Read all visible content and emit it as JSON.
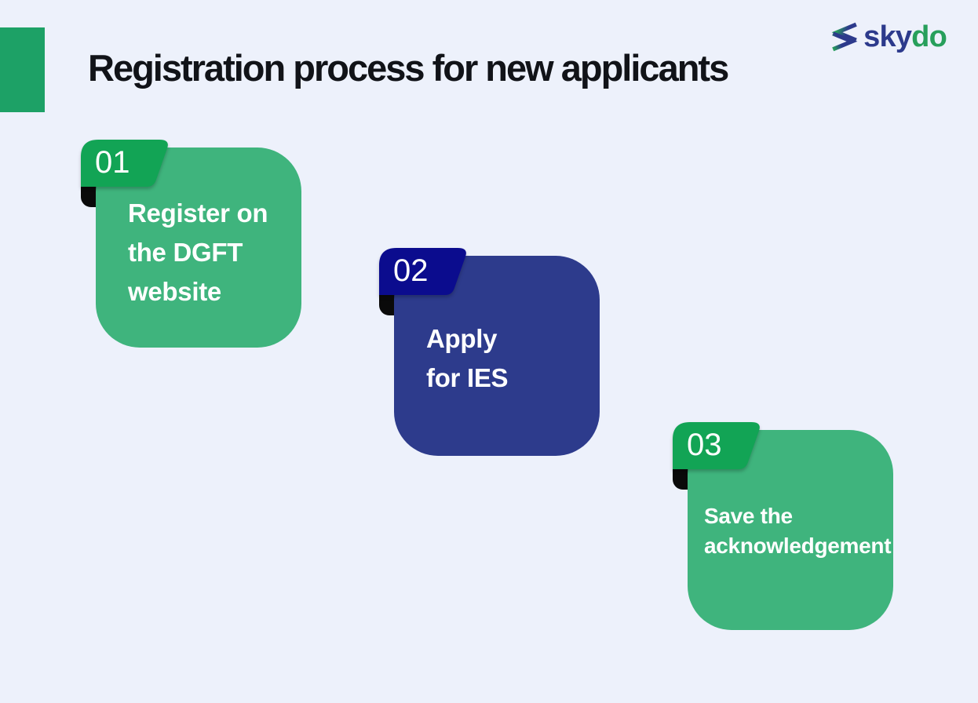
{
  "colors": {
    "background": "#edf1fb",
    "accent_block": "#1da166",
    "title_text": "#111318",
    "card_green": "#3fb47d",
    "badge_green": "#12a455",
    "card_navy": "#2d3b8c",
    "badge_navy": "#0b0c8e",
    "fold": "#0a0a0a",
    "card_text": "#ffffff",
    "logo_navy": "#2c3a8c",
    "logo_green": "#279f5b"
  },
  "header": {
    "title": "Registration process for new applicants"
  },
  "logo": {
    "icon": "skydo-chevron-icon",
    "text_primary": "sky",
    "text_secondary": "do"
  },
  "steps": [
    {
      "number": "01",
      "color": "green",
      "lines": [
        "Register on",
        "the DGFT",
        "website"
      ]
    },
    {
      "number": "02",
      "color": "navy",
      "lines": [
        "Apply",
        "for IES"
      ]
    },
    {
      "number": "03",
      "color": "green",
      "lines": [
        "Save the",
        "acknowledgement"
      ]
    }
  ]
}
